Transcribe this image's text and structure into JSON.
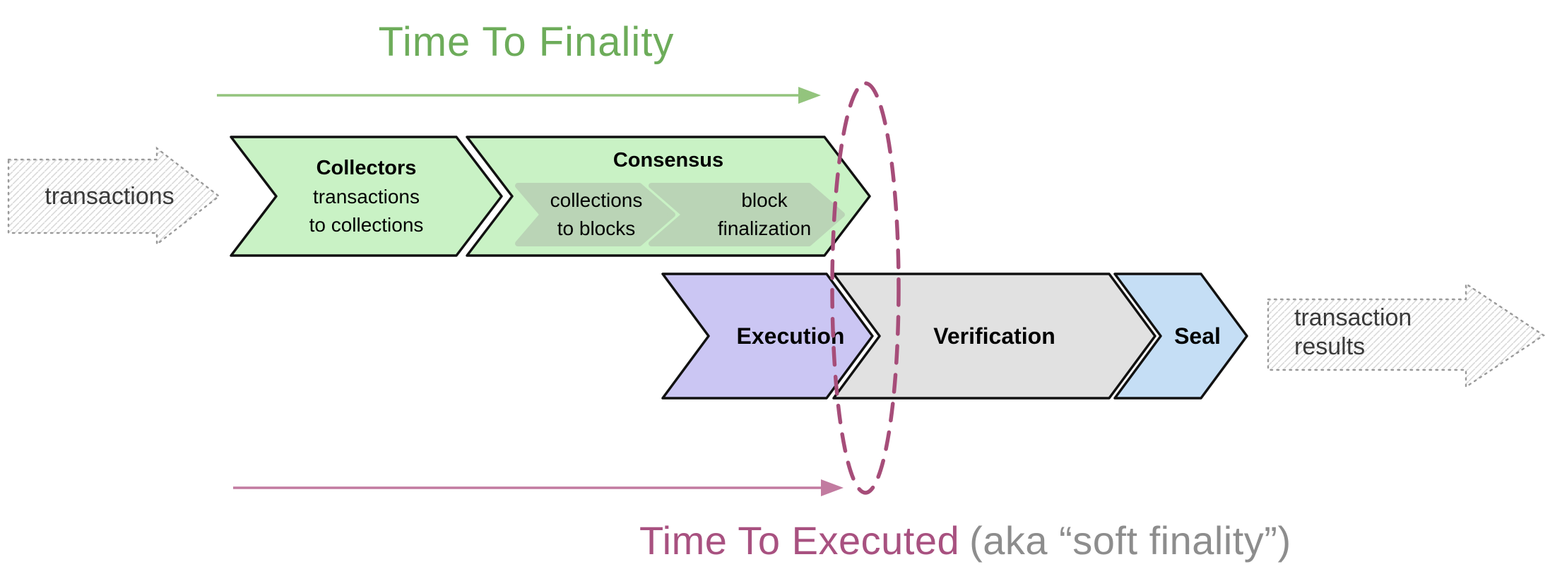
{
  "titles": {
    "time_to_finality": "Time To Finality",
    "time_to_executed": "Time To Executed",
    "soft_finality_note": "(aka “soft finality”)"
  },
  "flow": {
    "input_label": "transactions",
    "output_label_line1": "transaction",
    "output_label_line2": "results"
  },
  "stages": {
    "collectors": {
      "title": "Collectors",
      "subtitle_line1": "transactions",
      "subtitle_line2": "to collections"
    },
    "consensus": {
      "title": "Consensus",
      "step1_line1": "collections",
      "step1_line2": "to blocks",
      "step2_line1": "block",
      "step2_line2": "finalization"
    },
    "execution": {
      "title": "Execution"
    },
    "verification": {
      "title": "Verification"
    },
    "seal": {
      "title": "Seal"
    }
  },
  "colors": {
    "finality_title": "#6dac5a",
    "finality_arrow": "#93c47d",
    "executed_title": "#a85180",
    "executed_arrow": "#c27ba0",
    "note_gray": "#8d8d8d",
    "ellipse_stroke": "#a64d79",
    "collectors_fill": "#c9f2c5",
    "consensus_fill": "#c9f2c5",
    "consensus_step_fill": "#bad4b6",
    "execution_fill": "#cbc6f3",
    "verification_fill": "#e1e1e1",
    "seal_fill": "#c5def5",
    "chevron_outline": "#111111",
    "sketch_stroke": "#9a9a9a",
    "sketch_hatch": "#d9d9d9",
    "label_dark": "#3a3a3a"
  }
}
